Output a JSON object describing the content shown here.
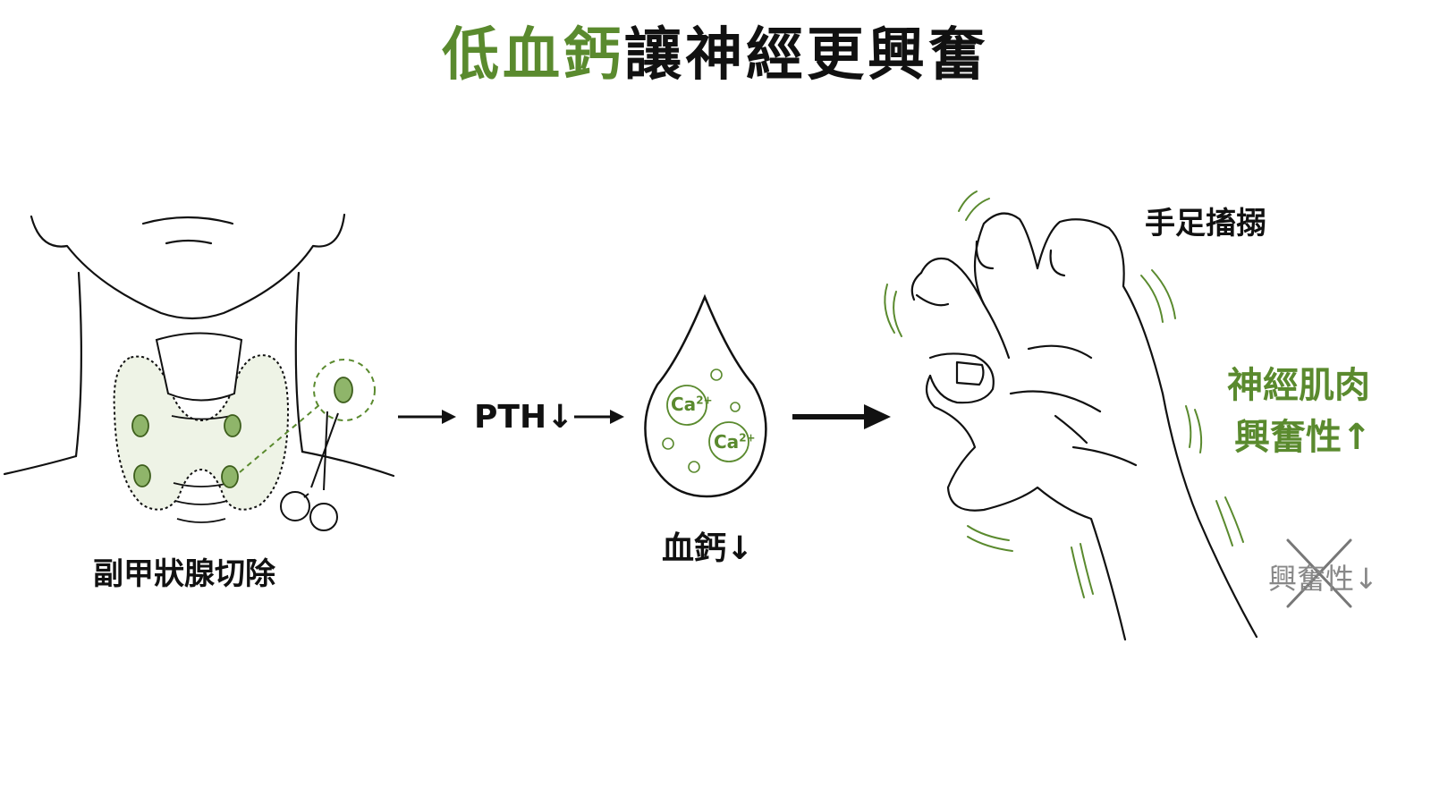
{
  "title": {
    "highlight": "低血鈣",
    "rest": "讓神經更興奮"
  },
  "labels": {
    "surgery": "副甲狀腺切除",
    "pth": "PTH↓",
    "blood_calcium": "血鈣↓",
    "tetany": "手足搐搦",
    "excitability_line1": "神經肌肉",
    "excitability_line2": "興奮性↑",
    "crossed_out": "興奮性↓"
  },
  "ions": {
    "symbol": "Ca",
    "charge": "2+"
  },
  "colors": {
    "accent": "#5a8a2e",
    "ink": "#111111",
    "muted": "#888888",
    "gland_fill": "#eef3e6"
  },
  "icons": [
    "neck-illustration",
    "scissors-icon",
    "blood-drop-icon",
    "cramped-hand-illustration",
    "cross-mark-icon"
  ]
}
